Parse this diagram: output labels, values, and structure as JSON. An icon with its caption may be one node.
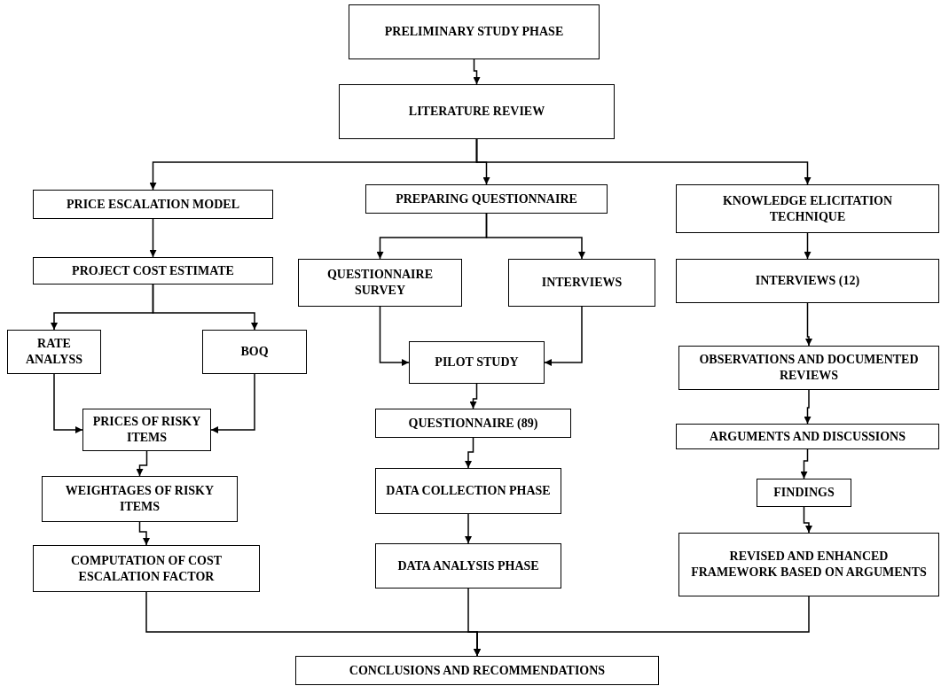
{
  "diagram": {
    "nodes": [
      {
        "text": [
          "PRELIMINARY STUDY PHASE"
        ]
      },
      {
        "text": [
          "LITERATURE REVIEW"
        ]
      },
      {
        "text": [
          "PRICE ESCALATION MODEL"
        ]
      },
      {
        "text": [
          "PREPARING QUESTIONNAIRE"
        ]
      },
      {
        "text": [
          "KNOWLEDGE ELICITATION TECHNIQUE"
        ]
      },
      {
        "text": [
          "PROJECT COST ESTIMATE"
        ]
      },
      {
        "text": [
          "QUESTIONNAIRE SURVEY"
        ]
      },
      {
        "text": [
          "INTERVIEWS"
        ]
      },
      {
        "text": [
          "INTERVIEWS (12)"
        ]
      },
      {
        "text": [
          "RATE ANALYSS"
        ]
      },
      {
        "text": [
          "BOQ"
        ]
      },
      {
        "text": [
          "PILOT STUDY"
        ]
      },
      {
        "text": [
          "OBSERVATIONS AND DOCUMENTED REVIEWS"
        ]
      },
      {
        "text": [
          "PRICES OF RISKY ITEMS"
        ]
      },
      {
        "text": [
          "QUESTIONNAIRE (89)"
        ]
      },
      {
        "text": [
          "ARGUMENTS AND DISCUSSIONS"
        ]
      },
      {
        "text": [
          "WEIGHTAGES OF RISKY ITEMS"
        ]
      },
      {
        "text": [
          "DATA COLLECTION PHASE"
        ]
      },
      {
        "text": [
          "FINDINGS"
        ]
      },
      {
        "text": [
          "COMPUTATION OF COST ESCALATION FACTOR"
        ]
      },
      {
        "text": [
          "DATA ANALYSIS PHASE"
        ]
      },
      {
        "text": [
          "REVISED AND ENHANCED FRAMEWORK BASED ON ARGUMENTS"
        ]
      },
      {
        "text": [
          "CONCLUSIONS AND RECOMMENDATIONS"
        ]
      }
    ],
    "edges": [
      {
        "from": 0,
        "to": 1,
        "arrow": "to"
      },
      {
        "from": 1,
        "to": 2,
        "arrow": "to"
      },
      {
        "from": 1,
        "to": 3,
        "arrow": "to"
      },
      {
        "from": 1,
        "to": 4,
        "arrow": "to"
      },
      {
        "from": 2,
        "to": 5,
        "arrow": "to"
      },
      {
        "from": 3,
        "to": 6,
        "arrow": "to"
      },
      {
        "from": 3,
        "to": 7,
        "arrow": "to"
      },
      {
        "from": 4,
        "to": 8,
        "arrow": "to"
      },
      {
        "from": 5,
        "to": 9,
        "arrow": "to"
      },
      {
        "from": 5,
        "to": 10,
        "arrow": "to"
      },
      {
        "from": 8,
        "to": 12,
        "arrow": "to"
      },
      {
        "from": 6,
        "to": 11,
        "arrow": "to"
      },
      {
        "from": 7,
        "to": 11,
        "arrow": "to"
      },
      {
        "from": 9,
        "to": 13,
        "arrow": "to"
      },
      {
        "from": 10,
        "to": 13,
        "arrow": "to"
      },
      {
        "from": 11,
        "to": 14,
        "arrow": "to"
      },
      {
        "from": 12,
        "to": 15,
        "arrow": "to"
      },
      {
        "from": 13,
        "to": 16,
        "arrow": "to"
      },
      {
        "from": 14,
        "to": 17,
        "arrow": "to"
      },
      {
        "from": 15,
        "to": 18,
        "arrow": "to"
      },
      {
        "from": 16,
        "to": 19,
        "arrow": "to"
      },
      {
        "from": 17,
        "to": 20,
        "arrow": "to"
      },
      {
        "from": 18,
        "to": 21,
        "arrow": "to"
      },
      {
        "from": 19,
        "to": 22,
        "arrow": "to"
      },
      {
        "from": 20,
        "to": 22,
        "arrow": "to"
      },
      {
        "from": 21,
        "to": 22,
        "arrow": "to"
      }
    ]
  }
}
